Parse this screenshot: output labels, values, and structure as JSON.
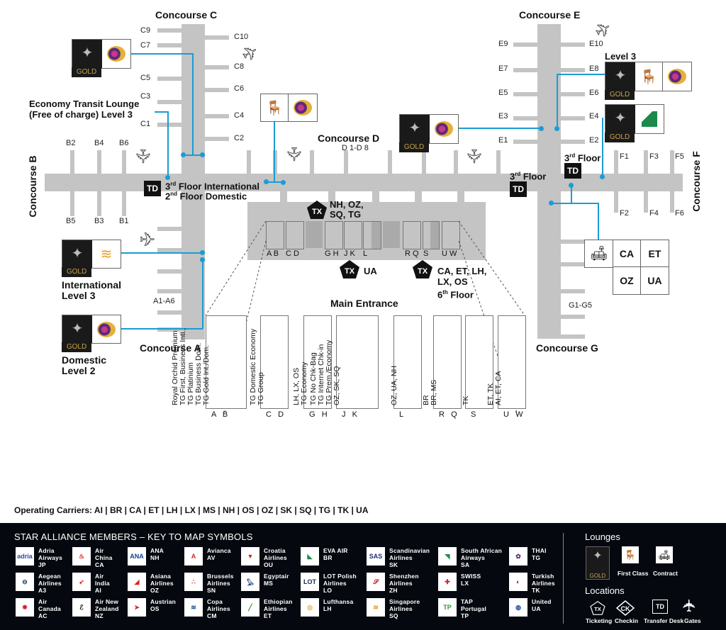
{
  "concourses": {
    "a": "Concourse A",
    "b": "Concourse B",
    "c": "Concourse C",
    "d": "Concourse D",
    "d_gates": "D 1-D 8",
    "e": "Concourse E",
    "f": "Concourse F",
    "g": "Concourse G"
  },
  "gates": {
    "c_left": [
      "C9",
      "C7",
      "C5",
      "C3",
      "C1"
    ],
    "c_right": [
      "C10",
      "C8",
      "C6",
      "C4",
      "C2"
    ],
    "b_top": [
      "B2",
      "B4",
      "B6"
    ],
    "b_bottom": [
      "B5",
      "B3",
      "B1"
    ],
    "e_left": [
      "E9",
      "E7",
      "E5",
      "E3",
      "E1"
    ],
    "e_right": [
      "E10",
      "E8",
      "E6",
      "E4",
      "E2"
    ],
    "f_top": [
      "F1",
      "F3",
      "F5"
    ],
    "f_bottom": [
      "F2",
      "F4",
      "F6"
    ],
    "a_range": "A1-A6",
    "g_range": "G1-G5"
  },
  "labels": {
    "economy_lounge_1": "Economy Transit Lounge",
    "economy_lounge_2": "(Free of charge) Level 3",
    "td_main_1": "3rd Floor International",
    "td_main_2": "2nd Floor Domestic",
    "third_floor_1": "3rd Floor",
    "third_floor_2": "3rd Floor",
    "level3_e": "Level 3",
    "intl_1": "International",
    "intl_2": "Level 3",
    "dom_1": "Domestic",
    "dom_2": "Level 2",
    "main_entrance": "Main Entrance",
    "td": "TD",
    "tx": "TX",
    "gold": "GOLD"
  },
  "ticketing": {
    "tx1_1": "NH, OZ,",
    "tx1_2": "SQ, TG",
    "tx2": "UA",
    "tx3_1": "CA, ET, LH,",
    "tx3_2": "LX, OS",
    "tx3_3": "6th Floor"
  },
  "contract_lounge": [
    "CA",
    "ET",
    "OZ",
    "UA"
  ],
  "counter_row_labels": [
    "A B",
    "C D",
    "G H",
    "J K",
    "L",
    "R Q",
    "S",
    "U W"
  ],
  "desks": [
    {
      "lines": [
        "Royal Orchid Premium",
        "TG First, Business Intl.,",
        "TG Platinium",
        "TG Business Dom.",
        "TG Gold Int./Dom."
      ],
      "letters": "A   B"
    },
    {
      "lines": [
        "TG Domestic Economy",
        "TG Group"
      ],
      "letters": "C   D"
    },
    {
      "lines": [
        "LH, LX, OS",
        "TG Economy"
      ],
      "letters": "G   H"
    },
    {
      "lines": [
        "TG No Chk-Bag",
        "TG Internet Chk-in",
        "TG Prem./Economy",
        "OZ, SK, SQ"
      ],
      "letters": "J   K"
    },
    {
      "lines": [
        "OZ, UA, NH"
      ],
      "letters": "L"
    },
    {
      "lines": [
        "BR",
        "BR, MS"
      ],
      "letters": "R   Q"
    },
    {
      "lines": [
        "TK"
      ],
      "letters": "S"
    },
    {
      "lines": [
        "ET, TK",
        "AI, ET, CA"
      ],
      "letters": "U   W"
    }
  ],
  "operating_carriers": "Operating Carriers: AI | BR | CA | ET | LH | LX | MS | NH | OS | OZ | SK | SQ | TG | TK | UA",
  "footer": {
    "title": "STAR ALLIANCE MEMBERS – KEY TO MAP SYMBOLS",
    "members": [
      {
        "name": [
          "Adria",
          "Airways",
          "JP"
        ],
        "color": "#2a4a9a",
        "glyph": "adria"
      },
      {
        "name": [
          "Aegean",
          "Airlines",
          "A3"
        ],
        "color": "#1b3a6b",
        "glyph": "⊖"
      },
      {
        "name": [
          "Air",
          "Canada",
          "AC"
        ],
        "color": "#d32027",
        "glyph": "✹"
      },
      {
        "name": [
          "Air",
          "China",
          "CA"
        ],
        "color": "#d32027",
        "glyph": "♨"
      },
      {
        "name": [
          "Air",
          "India",
          "AI"
        ],
        "color": "#d8262c",
        "glyph": "➶"
      },
      {
        "name": [
          "Air New",
          "Zealand",
          "NZ"
        ],
        "color": "#000000",
        "glyph": "ℰ"
      },
      {
        "name": [
          "ANA",
          "NH"
        ],
        "color": "#12418a",
        "glyph": "ANA"
      },
      {
        "name": [
          "Asiana",
          "Airlines",
          "OZ"
        ],
        "color": "#e2231a",
        "glyph": "◢"
      },
      {
        "name": [
          "Austrian",
          "OS"
        ],
        "color": "#d8262c",
        "glyph": "➤"
      },
      {
        "name": [
          "Avianca",
          "AV"
        ],
        "color": "#d8262c",
        "glyph": "A"
      },
      {
        "name": [
          "Brussels",
          "Airlines",
          "SN"
        ],
        "color": "#d8262c",
        "glyph": "∴"
      },
      {
        "name": [
          "Copa",
          "Airlines",
          "CM"
        ],
        "color": "#1a4f9a",
        "glyph": "≋"
      },
      {
        "name": [
          "Croatia",
          "Airlines",
          "OU"
        ],
        "color": "#c4262e",
        "glyph": "▼"
      },
      {
        "name": [
          "Egyptair",
          "MS"
        ],
        "color": "#1a3a7a",
        "glyph": "𓅃"
      },
      {
        "name": [
          "Ethiopian",
          "Airlines",
          "ET"
        ],
        "color": "#2a8a3a",
        "glyph": "╱"
      },
      {
        "name": [
          "EVA AIR",
          "BR"
        ],
        "color": "#1c8a4a",
        "glyph": "◣"
      },
      {
        "name": [
          "LOT Polish",
          "Airlines",
          "LO"
        ],
        "color": "#13294b",
        "glyph": "LOT"
      },
      {
        "name": [
          "Lufthansa",
          "LH"
        ],
        "color": "#f5a623",
        "glyph": "◎"
      },
      {
        "name": [
          "Scandinavian",
          "Airlines",
          "SK"
        ],
        "color": "#1a2f7a",
        "glyph": "SAS"
      },
      {
        "name": [
          "Shenzhen",
          "Airlines",
          "ZH"
        ],
        "color": "#c4262e",
        "glyph": "𝓢"
      },
      {
        "name": [
          "Singapore",
          "Airlines",
          "SQ"
        ],
        "color": "#e99a22",
        "glyph": "≋"
      },
      {
        "name": [
          "South African",
          "Airways",
          "SA"
        ],
        "color": "#1c8a4a",
        "glyph": "◥"
      },
      {
        "name": [
          "SWISS",
          "LX"
        ],
        "color": "#d8262c",
        "glyph": "✚"
      },
      {
        "name": [
          "TAP",
          "Portugal",
          "TP"
        ],
        "color": "#2a9a3a",
        "glyph": "TP"
      },
      {
        "name": [
          "THAI",
          "TG"
        ],
        "color": "#5b2a7a",
        "glyph": "✿"
      },
      {
        "name": [
          "Turkish",
          "Airlines",
          "TK"
        ],
        "color": "#c8102e",
        "glyph": "◐"
      },
      {
        "name": [
          "United",
          "UA"
        ],
        "color": "#1a4f9a",
        "glyph": "◍"
      }
    ],
    "lounges_title": "Lounges",
    "lounge_first": "First Class",
    "lounge_contract": "Contract",
    "locations_title": "Locations",
    "loc_ticketing": "Ticketing",
    "loc_checkin": "Checkin",
    "loc_transfer": "Transfer Desk",
    "loc_gates": "Gates",
    "tx": "TX",
    "ck": "CK",
    "td": "TD",
    "gold": "GOLD"
  },
  "colors": {
    "route": "#1a9cd4",
    "building": "#c4c4c4",
    "footer_bg": "#05090f",
    "gold_text": "#c9a34a"
  }
}
